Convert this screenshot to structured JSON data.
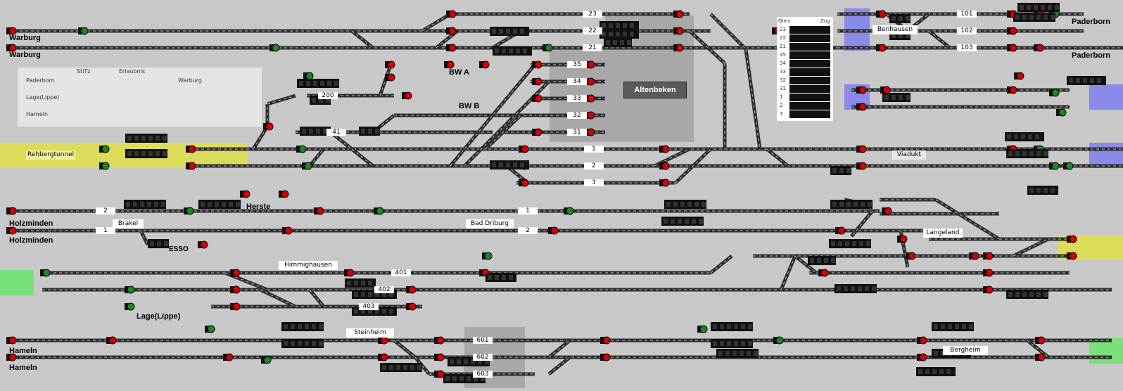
{
  "stations": {
    "warburg_1": "Warburg",
    "warburg_2": "Warburg",
    "paderborn_1": "Paderborn",
    "paderborn_2": "Paderborn",
    "holzminden_1": "Holzminden",
    "holzminden_2": "Holzminden",
    "hameln_1": "Hameln",
    "hameln_2": "Hameln",
    "lage_lippe": "Lage(Lippe)",
    "herste": "Herste",
    "esso": "ESSO",
    "bw_a": "BW A",
    "bw_b": "BW B",
    "altenbeken": "Altenbeken"
  },
  "plates": {
    "rehbergtunnel": "Rehbergtunnel",
    "viadukt": "Viadukt",
    "benhausen": "Benhausen",
    "brakel": "Brakel",
    "bad_driburg": "Bad Driburg",
    "langeland": "Langeland",
    "himmighausen": "Himmighausen",
    "steinheim": "Steinheim",
    "bergheim": "Bergheim"
  },
  "control_panel": {
    "col_stitz": "StiTz",
    "col_erlaubnis": "Erlaubnis",
    "rows": [
      "Paderborn",
      "Lage(Lippe)",
      "Hameln"
    ],
    "warburg": "Warburg"
  },
  "track_table": {
    "header_gleis": "Gleis",
    "header_zug": "Zug",
    "rows": [
      "23",
      "22",
      "21",
      "35",
      "34",
      "33",
      "32",
      "31",
      "1",
      "2",
      "3"
    ]
  },
  "track_labels": {
    "t23": "23",
    "t22": "22",
    "t21": "21",
    "t35": "35",
    "t34": "34",
    "t33": "33",
    "t32": "32",
    "t31": "31",
    "t1": "1",
    "t2": "2",
    "t3": "3",
    "t101": "101",
    "t102": "102",
    "t103": "103",
    "t200": "200",
    "t41": "41",
    "h2": "2",
    "h1": "1",
    "d1": "1",
    "d2": "2",
    "t401": "401",
    "t402": "402",
    "t403": "403",
    "t601": "601",
    "t602": "602",
    "t603": "603"
  },
  "colors": {
    "background": "#c8c8c8",
    "track": "#2d2d2d",
    "signal_red": "#d40000",
    "signal_green": "#1a8a1a",
    "tunnel_yellow": "#dcdc5a",
    "block_blue": "#8a8ae8",
    "block_green": "#78e078",
    "train_box": "#111111"
  }
}
